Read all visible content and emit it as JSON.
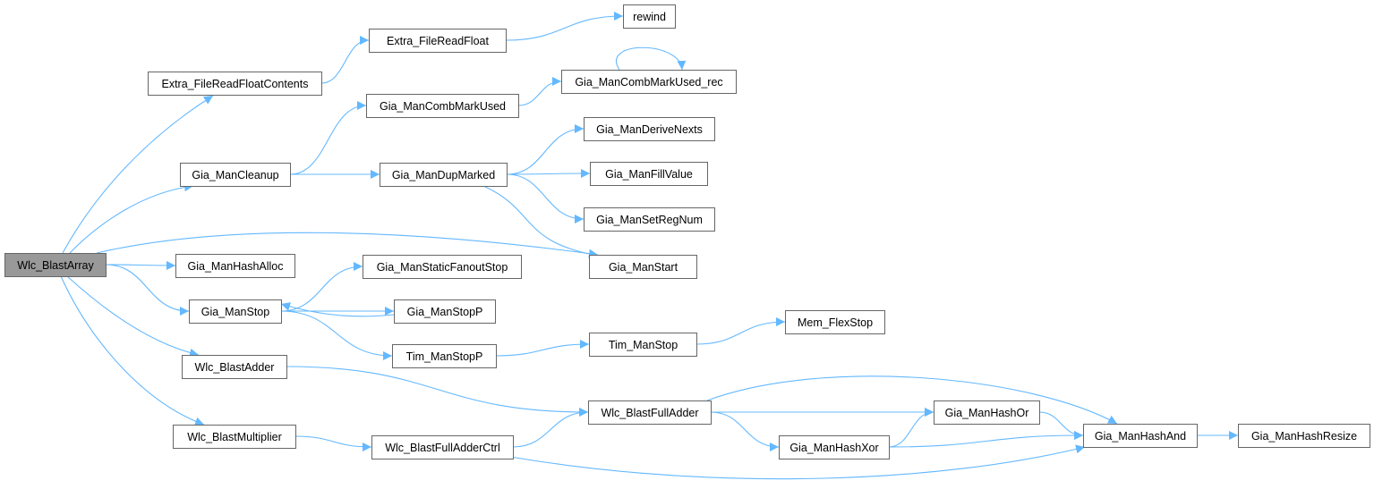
{
  "graph": {
    "type": "call-graph",
    "root": "Wlc_BlastArray",
    "colors": {
      "edge": "#63b8ff",
      "root_fill": "#999999",
      "node_fill": "#ffffff",
      "border": "#666666"
    },
    "nodes": [
      {
        "id": "Wlc_BlastArray",
        "label": "Wlc_BlastArray"
      },
      {
        "id": "Extra_FileReadFloatContents",
        "label": "Extra_FileReadFloatContents"
      },
      {
        "id": "Extra_FileReadFloat",
        "label": "Extra_FileReadFloat"
      },
      {
        "id": "rewind",
        "label": "rewind"
      },
      {
        "id": "Gia_ManCombMarkUsed",
        "label": "Gia_ManCombMarkUsed"
      },
      {
        "id": "Gia_ManCombMarkUsed_rec",
        "label": "Gia_ManCombMarkUsed_rec"
      },
      {
        "id": "Gia_ManCleanup",
        "label": "Gia_ManCleanup"
      },
      {
        "id": "Gia_ManDupMarked",
        "label": "Gia_ManDupMarked"
      },
      {
        "id": "Gia_ManDeriveNexts",
        "label": "Gia_ManDeriveNexts"
      },
      {
        "id": "Gia_ManFillValue",
        "label": "Gia_ManFillValue"
      },
      {
        "id": "Gia_ManSetRegNum",
        "label": "Gia_ManSetRegNum"
      },
      {
        "id": "Gia_ManStart",
        "label": "Gia_ManStart"
      },
      {
        "id": "Gia_ManHashAlloc",
        "label": "Gia_ManHashAlloc"
      },
      {
        "id": "Gia_ManStaticFanoutStop",
        "label": "Gia_ManStaticFanoutStop"
      },
      {
        "id": "Gia_ManStop",
        "label": "Gia_ManStop"
      },
      {
        "id": "Gia_ManStopP",
        "label": "Gia_ManStopP"
      },
      {
        "id": "Tim_ManStopP",
        "label": "Tim_ManStopP"
      },
      {
        "id": "Tim_ManStop",
        "label": "Tim_ManStop"
      },
      {
        "id": "Mem_FlexStop",
        "label": "Mem_FlexStop"
      },
      {
        "id": "Wlc_BlastAdder",
        "label": "Wlc_BlastAdder"
      },
      {
        "id": "Wlc_BlastFullAdder",
        "label": "Wlc_BlastFullAdder"
      },
      {
        "id": "Wlc_BlastMultiplier",
        "label": "Wlc_BlastMultiplier"
      },
      {
        "id": "Wlc_BlastFullAdderCtrl",
        "label": "Wlc_BlastFullAdderCtrl"
      },
      {
        "id": "Gia_ManHashOr",
        "label": "Gia_ManHashOr"
      },
      {
        "id": "Gia_ManHashXor",
        "label": "Gia_ManHashXor"
      },
      {
        "id": "Gia_ManHashAnd",
        "label": "Gia_ManHashAnd"
      },
      {
        "id": "Gia_ManHashResize",
        "label": "Gia_ManHashResize"
      }
    ],
    "edges": [
      [
        "Wlc_BlastArray",
        "Extra_FileReadFloatContents"
      ],
      [
        "Wlc_BlastArray",
        "Gia_ManCleanup"
      ],
      [
        "Wlc_BlastArray",
        "Gia_ManStart"
      ],
      [
        "Wlc_BlastArray",
        "Gia_ManHashAlloc"
      ],
      [
        "Wlc_BlastArray",
        "Gia_ManStop"
      ],
      [
        "Wlc_BlastArray",
        "Wlc_BlastAdder"
      ],
      [
        "Wlc_BlastArray",
        "Wlc_BlastMultiplier"
      ],
      [
        "Extra_FileReadFloatContents",
        "Extra_FileReadFloat"
      ],
      [
        "Extra_FileReadFloat",
        "rewind"
      ],
      [
        "Gia_ManCleanup",
        "Gia_ManCombMarkUsed"
      ],
      [
        "Gia_ManCleanup",
        "Gia_ManDupMarked"
      ],
      [
        "Gia_ManCombMarkUsed",
        "Gia_ManCombMarkUsed_rec"
      ],
      [
        "Gia_ManCombMarkUsed_rec",
        "Gia_ManCombMarkUsed_rec"
      ],
      [
        "Gia_ManDupMarked",
        "Gia_ManDeriveNexts"
      ],
      [
        "Gia_ManDupMarked",
        "Gia_ManFillValue"
      ],
      [
        "Gia_ManDupMarked",
        "Gia_ManSetRegNum"
      ],
      [
        "Gia_ManDupMarked",
        "Gia_ManStart"
      ],
      [
        "Gia_ManStop",
        "Gia_ManStaticFanoutStop"
      ],
      [
        "Gia_ManStop",
        "Gia_ManStopP"
      ],
      [
        "Gia_ManStopP",
        "Gia_ManStop"
      ],
      [
        "Gia_ManStop",
        "Tim_ManStopP"
      ],
      [
        "Tim_ManStopP",
        "Tim_ManStop"
      ],
      [
        "Tim_ManStop",
        "Mem_FlexStop"
      ],
      [
        "Wlc_BlastAdder",
        "Wlc_BlastFullAdder"
      ],
      [
        "Wlc_BlastMultiplier",
        "Wlc_BlastFullAdderCtrl"
      ],
      [
        "Wlc_BlastFullAdderCtrl",
        "Wlc_BlastFullAdder"
      ],
      [
        "Wlc_BlastFullAdderCtrl",
        "Gia_ManHashAnd"
      ],
      [
        "Wlc_BlastFullAdder",
        "Gia_ManHashAnd"
      ],
      [
        "Wlc_BlastFullAdder",
        "Gia_ManHashOr"
      ],
      [
        "Wlc_BlastFullAdder",
        "Gia_ManHashXor"
      ],
      [
        "Gia_ManHashOr",
        "Gia_ManHashAnd"
      ],
      [
        "Gia_ManHashXor",
        "Gia_ManHashOr"
      ],
      [
        "Gia_ManHashXor",
        "Gia_ManHashAnd"
      ],
      [
        "Gia_ManHashAnd",
        "Gia_ManHashResize"
      ]
    ]
  }
}
